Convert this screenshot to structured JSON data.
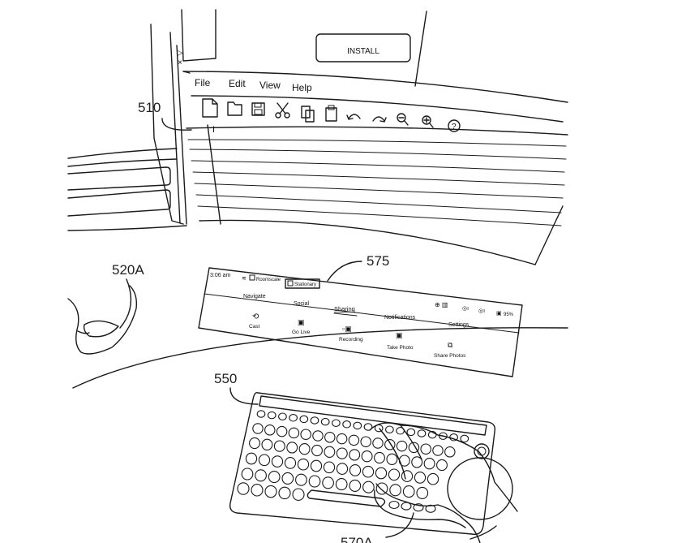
{
  "labels": {
    "window": "510",
    "hand_left": "520A",
    "panel": "575",
    "keyboard": "550",
    "hand_right": "570A"
  },
  "window": {
    "install_button": "INSTALL",
    "menu": [
      "File",
      "Edit",
      "View",
      "Help"
    ],
    "toolbar_icons": [
      "new-file-icon",
      "open-folder-icon",
      "save-icon",
      "cut-icon",
      "copy-icon",
      "paste-icon",
      "undo-icon",
      "redo-icon",
      "zoom-out-icon",
      "zoom-in-icon",
      "help-icon"
    ],
    "cursor_text": "I"
  },
  "panel": {
    "time": "3:06 am",
    "mode_a": "Roomscale",
    "mode_b": "Stationary",
    "battery": "95%",
    "tabs": [
      "Navigate",
      "Social",
      "Sharing",
      "Notifications",
      "Settings"
    ],
    "actions": [
      "Cast",
      "Go Live",
      "Recording",
      "Take Photo",
      "Share Photos"
    ]
  }
}
